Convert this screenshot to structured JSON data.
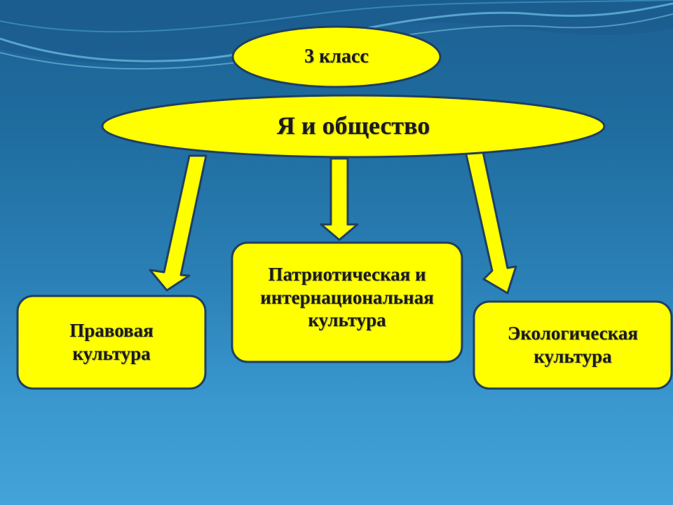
{
  "slide": {
    "grade_label": "3 класс",
    "main_topic": "Я и общество",
    "branches": [
      {
        "lines": [
          "Правовая",
          "культура"
        ]
      },
      {
        "lines": [
          "Патриотическая и",
          "интернациональная",
          "культура"
        ]
      },
      {
        "lines": [
          "Экологическая",
          "культура"
        ]
      }
    ]
  },
  "colors": {
    "shape_fill": "#ffff00",
    "shape_outline": "#1f3f62",
    "background_top": "#1d6193",
    "background_bottom": "#44a3d8"
  }
}
